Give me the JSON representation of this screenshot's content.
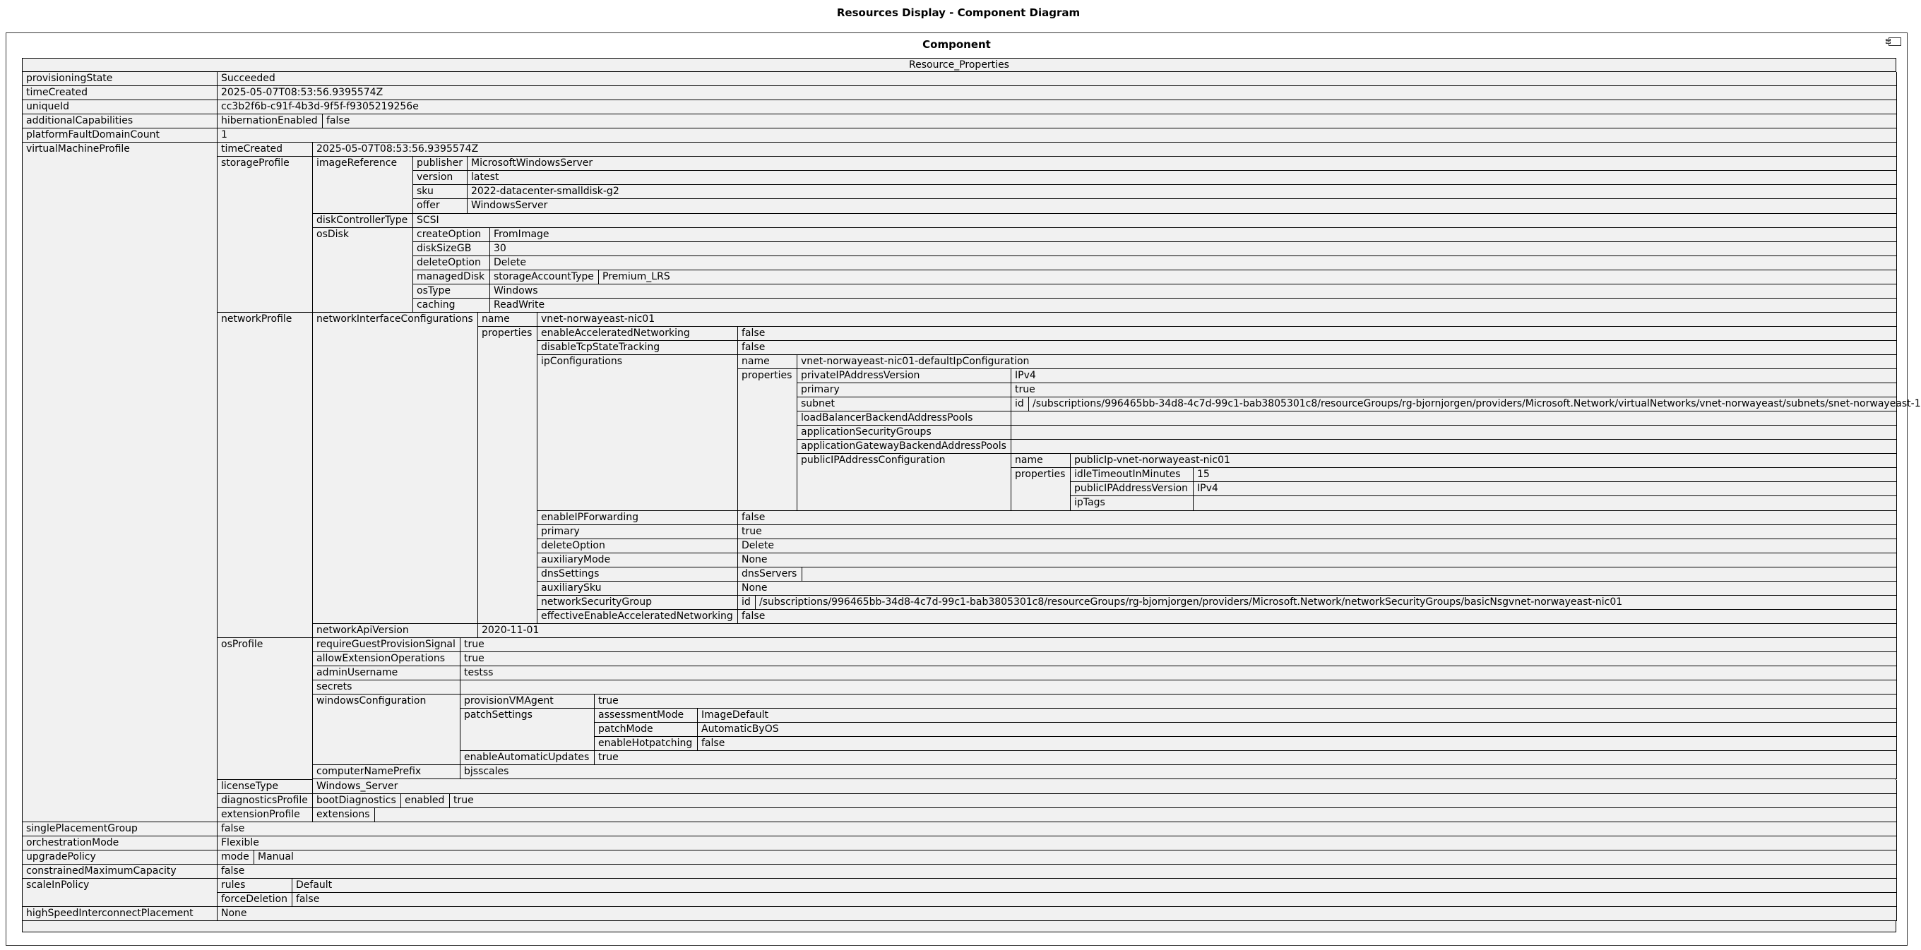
{
  "diagram_title": "Resources Display - Component Diagram",
  "component": {
    "title": "Component",
    "icon": "component-icon",
    "table_header": "Resource_Properties"
  },
  "properties": [
    {
      "k": "provisioningState",
      "v": "Succeeded"
    },
    {
      "k": "timeCreated",
      "v": "2025-05-07T08:53:56.9395574Z"
    },
    {
      "k": "uniqueId",
      "v": "cc3b2f6b-c91f-4b3d-9f5f-f9305219256e"
    },
    {
      "k": "additionalCapabilities",
      "c": [
        {
          "k": "hibernationEnabled",
          "v": "false"
        }
      ]
    },
    {
      "k": "platformFaultDomainCount",
      "v": "1"
    },
    {
      "k": "virtualMachineProfile",
      "c": [
        {
          "k": "timeCreated",
          "v": "2025-05-07T08:53:56.9395574Z"
        },
        {
          "k": "storageProfile",
          "c": [
            {
              "k": "imageReference",
              "c": [
                {
                  "k": "publisher",
                  "v": "MicrosoftWindowsServer"
                },
                {
                  "k": "version",
                  "v": "latest"
                },
                {
                  "k": "sku",
                  "v": "2022-datacenter-smalldisk-g2"
                },
                {
                  "k": "offer",
                  "v": "WindowsServer"
                }
              ]
            },
            {
              "k": "diskControllerType",
              "v": "SCSI"
            },
            {
              "k": "osDisk",
              "c": [
                {
                  "k": "createOption",
                  "v": "FromImage"
                },
                {
                  "k": "diskSizeGB",
                  "v": "30"
                },
                {
                  "k": "deleteOption",
                  "v": "Delete"
                },
                {
                  "k": "managedDisk",
                  "c": [
                    {
                      "k": "storageAccountType",
                      "v": "Premium_LRS"
                    }
                  ]
                },
                {
                  "k": "osType",
                  "v": "Windows"
                },
                {
                  "k": "caching",
                  "v": "ReadWrite"
                }
              ]
            }
          ]
        },
        {
          "k": "networkProfile",
          "c": [
            {
              "k": "networkInterfaceConfigurations",
              "c": [
                {
                  "k": "name",
                  "v": "vnet-norwayeast-nic01"
                },
                {
                  "k": "properties",
                  "c": [
                    {
                      "k": "enableAcceleratedNetworking",
                      "v": "false"
                    },
                    {
                      "k": "disableTcpStateTracking",
                      "v": "false"
                    },
                    {
                      "k": "ipConfigurations",
                      "c": [
                        {
                          "k": "name",
                          "v": "vnet-norwayeast-nic01-defaultIpConfiguration"
                        },
                        {
                          "k": "properties",
                          "c": [
                            {
                              "k": "privateIPAddressVersion",
                              "v": "IPv4"
                            },
                            {
                              "k": "primary",
                              "v": "true"
                            },
                            {
                              "k": "subnet",
                              "c": [
                                {
                                  "k": "id",
                                  "v": "/subscriptions/996465bb-34d8-4c7d-99c1-bab3805301c8/resourceGroups/rg-bjornjorgen/providers/Microsoft.Network/virtualNetworks/vnet-norwayeast/subnets/snet-norwayeast-1"
                                }
                              ]
                            },
                            {
                              "k": "loadBalancerBackendAddressPools",
                              "v": ""
                            },
                            {
                              "k": "applicationSecurityGroups",
                              "v": ""
                            },
                            {
                              "k": "applicationGatewayBackendAddressPools",
                              "v": ""
                            },
                            {
                              "k": "publicIPAddressConfiguration",
                              "c": [
                                {
                                  "k": "name",
                                  "v": "publicIp-vnet-norwayeast-nic01"
                                },
                                {
                                  "k": "properties",
                                  "c": [
                                    {
                                      "k": "idleTimeoutInMinutes",
                                      "v": "15"
                                    },
                                    {
                                      "k": "publicIPAddressVersion",
                                      "v": "IPv4"
                                    },
                                    {
                                      "k": "ipTags",
                                      "v": ""
                                    }
                                  ]
                                }
                              ]
                            }
                          ]
                        }
                      ]
                    },
                    {
                      "k": "enableIPForwarding",
                      "v": "false"
                    },
                    {
                      "k": "primary",
                      "v": "true"
                    },
                    {
                      "k": "deleteOption",
                      "v": "Delete"
                    },
                    {
                      "k": "auxiliaryMode",
                      "v": "None"
                    },
                    {
                      "k": "dnsSettings",
                      "c": [
                        {
                          "k": "dnsServers",
                          "v": ""
                        }
                      ]
                    },
                    {
                      "k": "auxiliarySku",
                      "v": "None"
                    },
                    {
                      "k": "networkSecurityGroup",
                      "c": [
                        {
                          "k": "id",
                          "v": "/subscriptions/996465bb-34d8-4c7d-99c1-bab3805301c8/resourceGroups/rg-bjornjorgen/providers/Microsoft.Network/networkSecurityGroups/basicNsgvnet-norwayeast-nic01"
                        }
                      ]
                    },
                    {
                      "k": "effectiveEnableAcceleratedNetworking",
                      "v": "false"
                    }
                  ]
                }
              ]
            },
            {
              "k": "networkApiVersion",
              "v": "2020-11-01"
            }
          ]
        },
        {
          "k": "osProfile",
          "c": [
            {
              "k": "requireGuestProvisionSignal",
              "v": "true"
            },
            {
              "k": "allowExtensionOperations",
              "v": "true"
            },
            {
              "k": "adminUsername",
              "v": "testss"
            },
            {
              "k": "secrets",
              "v": ""
            },
            {
              "k": "windowsConfiguration",
              "c": [
                {
                  "k": "provisionVMAgent",
                  "v": "true"
                },
                {
                  "k": "patchSettings",
                  "c": [
                    {
                      "k": "assessmentMode",
                      "v": "ImageDefault"
                    },
                    {
                      "k": "patchMode",
                      "v": "AutomaticByOS"
                    },
                    {
                      "k": "enableHotpatching",
                      "v": "false"
                    }
                  ]
                },
                {
                  "k": "enableAutomaticUpdates",
                  "v": "true"
                }
              ]
            },
            {
              "k": "computerNamePrefix",
              "v": "bjsscales"
            }
          ]
        },
        {
          "k": "licenseType",
          "v": "Windows_Server"
        },
        {
          "k": "diagnosticsProfile",
          "c": [
            {
              "k": "bootDiagnostics",
              "c": [
                {
                  "k": "enabled",
                  "v": "true"
                }
              ]
            }
          ]
        },
        {
          "k": "extensionProfile",
          "c": [
            {
              "k": "extensions",
              "v": ""
            }
          ]
        }
      ]
    },
    {
      "k": "singlePlacementGroup",
      "v": "false"
    },
    {
      "k": "orchestrationMode",
      "v": "Flexible"
    },
    {
      "k": "upgradePolicy",
      "c": [
        {
          "k": "mode",
          "v": "Manual"
        }
      ]
    },
    {
      "k": "constrainedMaximumCapacity",
      "v": "false"
    },
    {
      "k": "scaleInPolicy",
      "c": [
        {
          "k": "rules",
          "v": "Default"
        },
        {
          "k": "forceDeletion",
          "v": "false"
        }
      ]
    },
    {
      "k": "highSpeedInterconnectPlacement",
      "v": "None"
    }
  ]
}
